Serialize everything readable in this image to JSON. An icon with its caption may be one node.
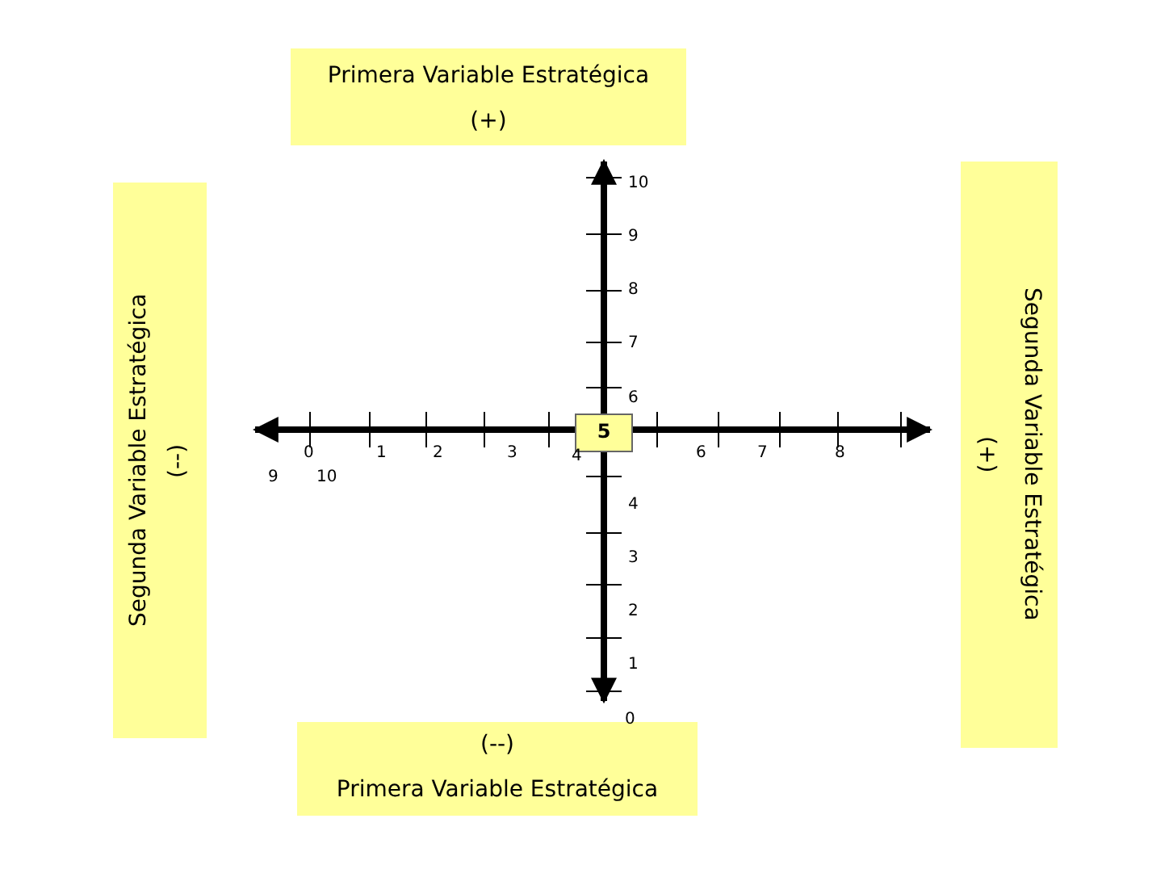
{
  "diagram": {
    "nodes": [
      {
        "text": [
          "Primera Variable Estratégica",
          "(+)"
        ]
      },
      {
        "text": [
          "Segunda Variable Estratégica",
          "(--)"
        ]
      },
      {
        "text": [
          "Segunda Variable Estratégica",
          "(+)"
        ]
      },
      {
        "text": [
          "5"
        ]
      },
      {
        "text": [
          "(--)",
          "Primera Variable Estratégica"
        ]
      }
    ],
    "edges": [],
    "labels": [
      "10",
      "9",
      "8",
      "7",
      "6",
      "0",
      "1",
      "2",
      "3",
      "4",
      "6",
      "7",
      "8",
      "9",
      "10",
      "4",
      "3",
      "2",
      "1",
      "0"
    ]
  }
}
